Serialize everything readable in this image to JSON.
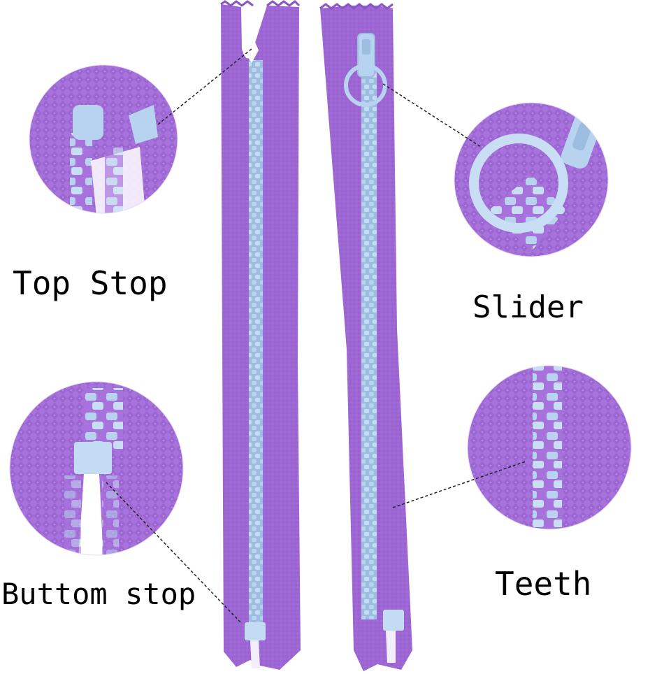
{
  "labels": {
    "top_stop": "Top Stop",
    "slider": "Slider",
    "bottom_stop": "Buttom stop",
    "teeth": "Teeth"
  },
  "colors": {
    "tape": "#a06ad6",
    "tape_dark": "#8a55c4",
    "tape_light": "#b889e6",
    "teeth": "#b7d3ef",
    "teeth_dark": "#9dbde0",
    "leader_line": "#222222",
    "background": "#ffffff"
  }
}
